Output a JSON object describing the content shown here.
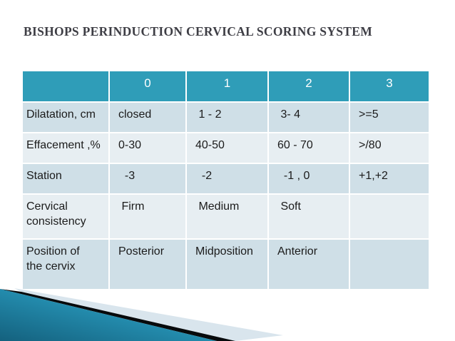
{
  "slide": {
    "title": "BISHOPS PERINDUCTION CERVICAL SCORING SYSTEM"
  },
  "table": {
    "header": [
      "",
      "0",
      "1",
      "2",
      "3"
    ],
    "rows": [
      {
        "label": "Dilatation, cm",
        "cells": [
          "closed",
          " 1 - 2",
          " 3- 4",
          ">=5"
        ]
      },
      {
        "label": "Effacement ,%",
        "cells": [
          "0-30",
          "40-50",
          "60 - 70",
          ">/80"
        ]
      },
      {
        "label": "Station",
        "cells": [
          "  -3",
          "  -2",
          "  -1 , 0",
          "+1,+2"
        ]
      },
      {
        "label": "Cervical\nconsistency",
        "cells": [
          " Firm",
          " Medium",
          " Soft",
          ""
        ]
      },
      {
        "label": "Position of\nthe cervix",
        "cells": [
          "Posterior",
          "Midposition",
          "Anterior",
          ""
        ]
      }
    ]
  },
  "colors": {
    "header_bg": "#2f9db8",
    "band_dark": "#cfdfe7",
    "band_light": "#e7eef2",
    "body_text": "#1b1b1b",
    "title_text": "#3e3e45",
    "wedge_teal_dark": "#14617e",
    "wedge_teal_light": "#3fa9c9",
    "wedge_black": "#070a0c",
    "wedge_pale": "#d9e5ed"
  }
}
